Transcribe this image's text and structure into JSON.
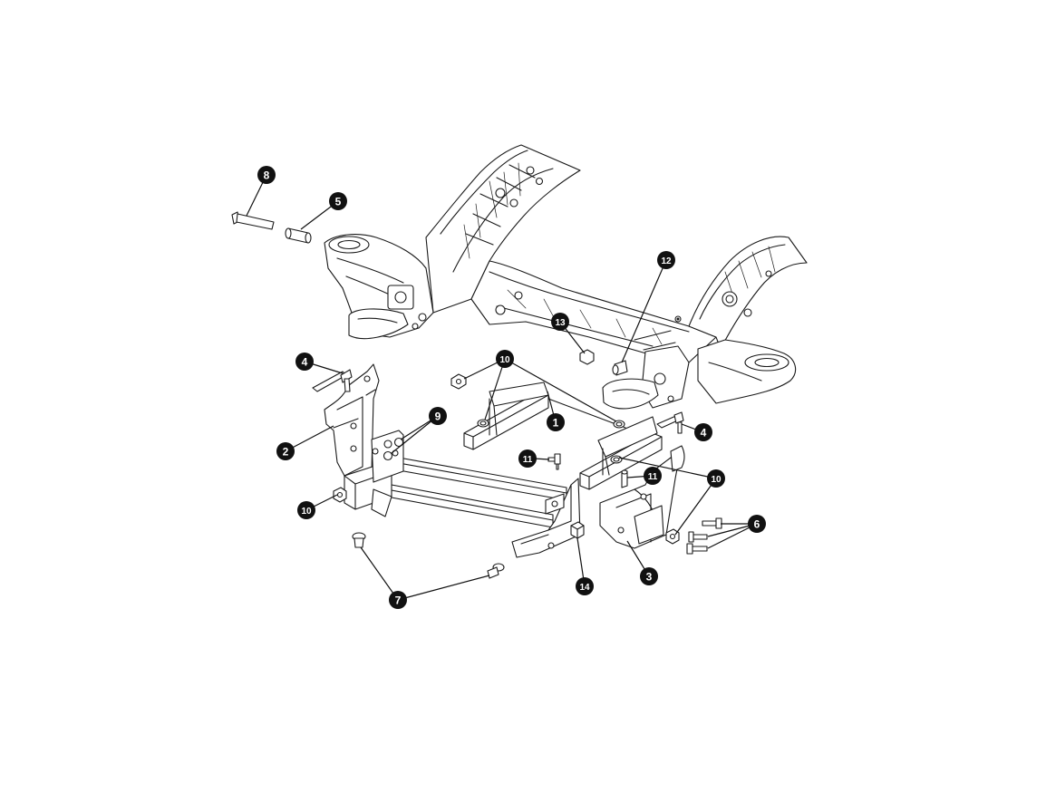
{
  "diagram": {
    "callouts": [
      {
        "id": "callout-1",
        "label": "1"
      },
      {
        "id": "callout-2",
        "label": "2"
      },
      {
        "id": "callout-3",
        "label": "3"
      },
      {
        "id": "callout-4a",
        "label": "4"
      },
      {
        "id": "callout-4b",
        "label": "4"
      },
      {
        "id": "callout-5",
        "label": "5"
      },
      {
        "id": "callout-6",
        "label": "6"
      },
      {
        "id": "callout-7",
        "label": "7"
      },
      {
        "id": "callout-8",
        "label": "8"
      },
      {
        "id": "callout-9",
        "label": "9"
      },
      {
        "id": "callout-10a",
        "label": "10"
      },
      {
        "id": "callout-10b",
        "label": "10"
      },
      {
        "id": "callout-10c",
        "label": "10"
      },
      {
        "id": "callout-11a",
        "label": "11"
      },
      {
        "id": "callout-11b",
        "label": "11"
      },
      {
        "id": "callout-12",
        "label": "12"
      },
      {
        "id": "callout-13",
        "label": "13"
      },
      {
        "id": "callout-14",
        "label": "14"
      }
    ],
    "colors": {
      "line": "#1a1a1a",
      "callout_fill": "#111111",
      "callout_text": "#ffffff",
      "background": "#ffffff"
    }
  }
}
